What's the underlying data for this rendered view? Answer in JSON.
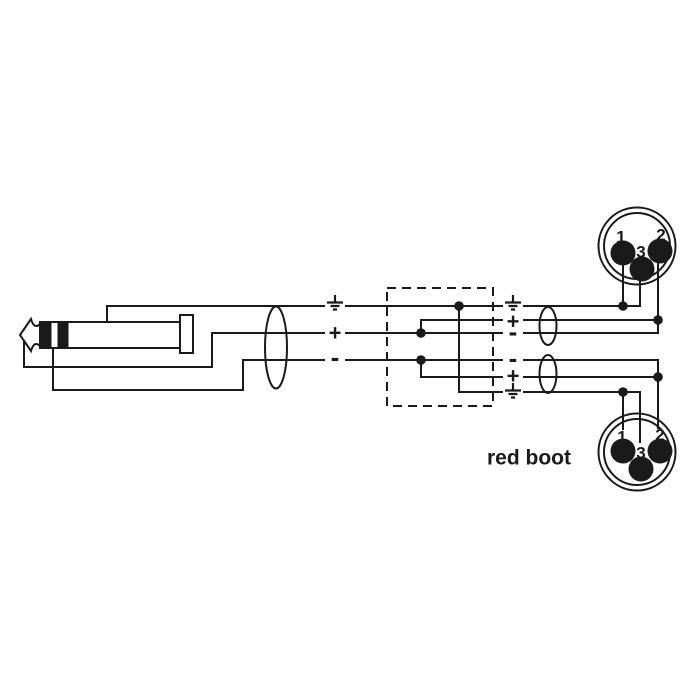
{
  "diagram": {
    "background_color": "#ffffff",
    "line_color": "#1a1a1a",
    "boot_label": "red boot",
    "symbols": {
      "plus": "+",
      "minus": "-"
    },
    "xlr_top": {
      "pin1_label": "1",
      "pin2_label": "2",
      "pin3_label": "3"
    },
    "xlr_bottom": {
      "pin1_label": "1",
      "pin2_label": "2",
      "pin3_label": "3"
    }
  }
}
